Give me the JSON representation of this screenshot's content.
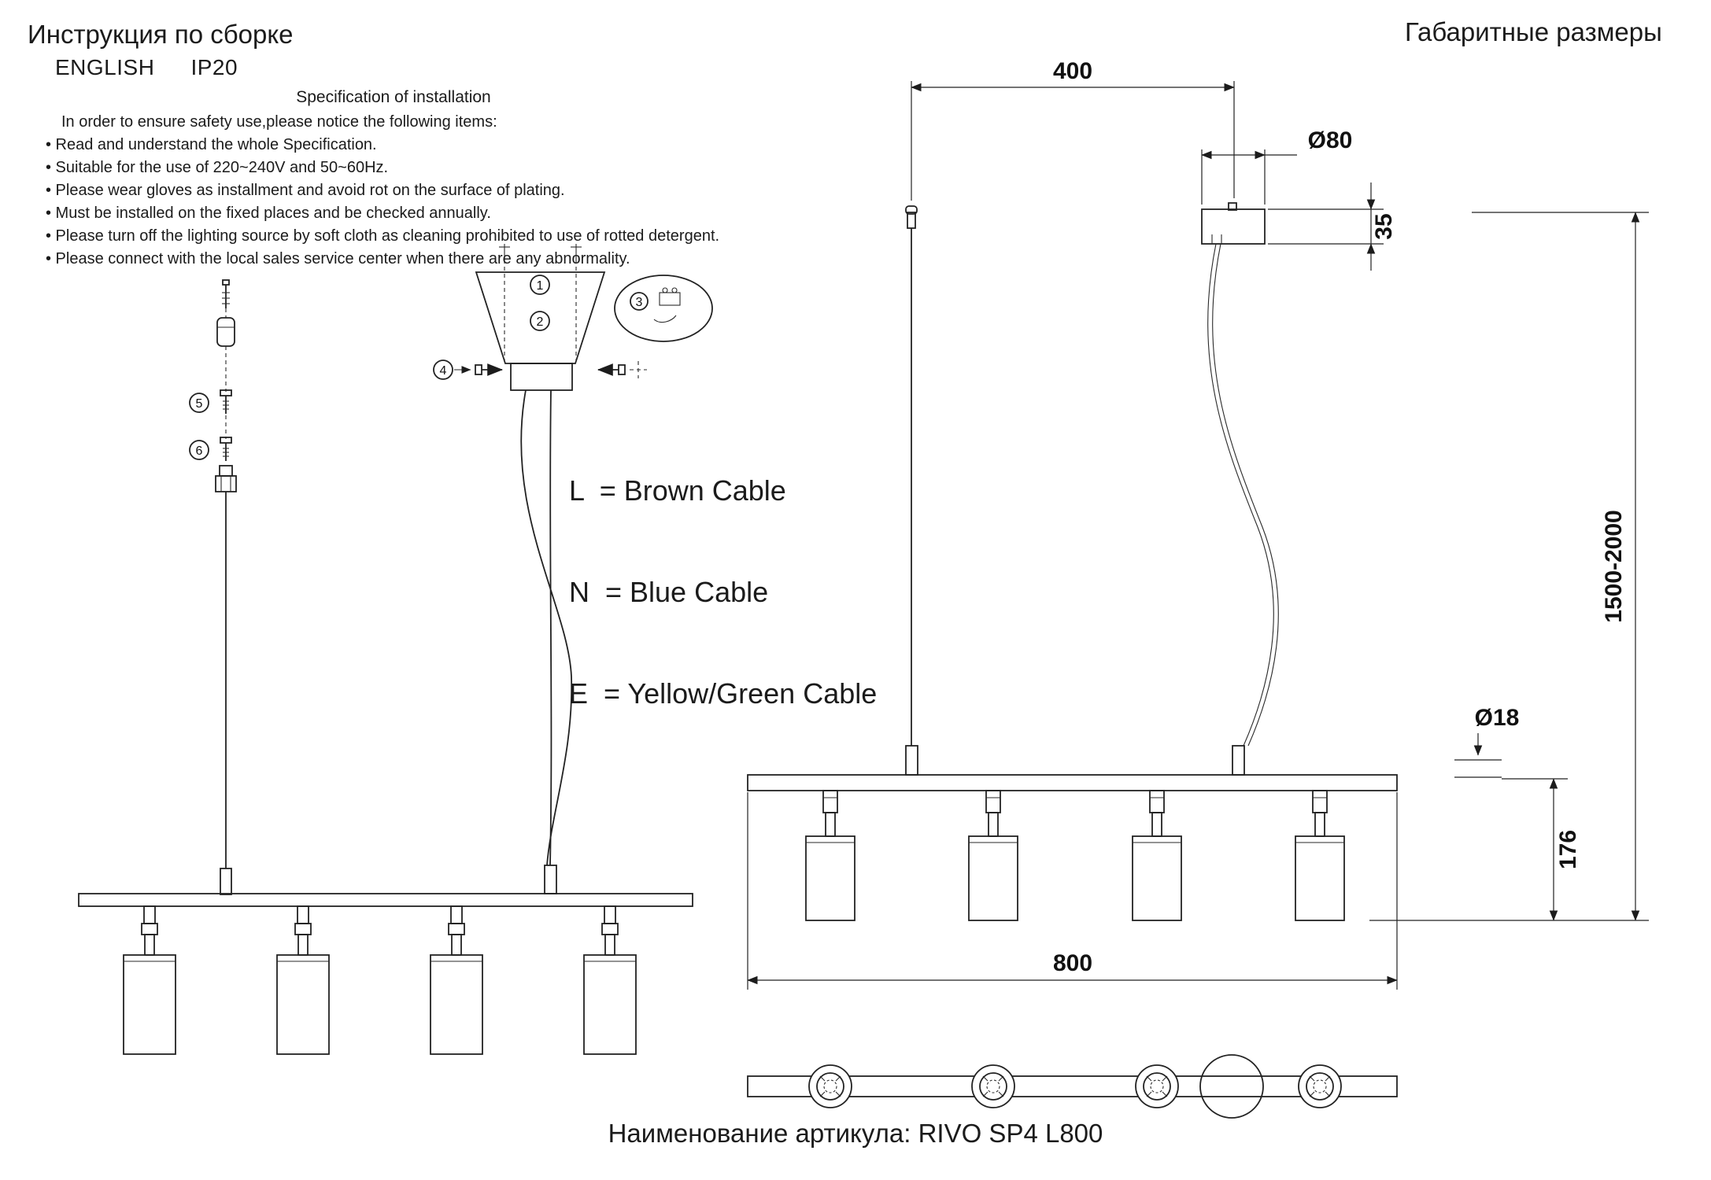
{
  "header": {
    "title_ru": "Инструкция по сборке",
    "lang": "ENGLISH",
    "ip_rating": "IP20",
    "dimensions_title": "Габаритные размеры"
  },
  "spec": {
    "title": "Specification of installation",
    "intro": "In order to ensure safety use,please notice the following items:",
    "items": [
      "• Read and understand the whole Specification.",
      "• Suitable for the use of 220~240V and 50~60Hz.",
      "• Please wear gloves as installment and avoid rot on the surface of plating.",
      "• Must be installed on the fixed places and be checked annually.",
      "• Please turn off the lighting source by soft cloth as cleaning prohibited to use of rotted detergent.",
      "• Please connect with the local sales service center when there are any abnormality."
    ]
  },
  "cable_legend": {
    "line_l": "L  = Brown Cable",
    "line_n": "N  = Blue Cable",
    "line_e": "E  = Yellow/Green Cable"
  },
  "dimensions": {
    "suspension_offset": "400",
    "canopy_diameter": "Ø80",
    "canopy_height": "35",
    "overall_height": "1500-2000",
    "stem_diameter": "Ø18",
    "lamp_height": "176",
    "bar_length": "800"
  },
  "callouts": [
    "1",
    "2",
    "3",
    "4",
    "5",
    "6"
  ],
  "footer": {
    "article": "Наименование артикула: RIVO SP4 L800"
  },
  "colors": {
    "ink": "#1c1c1c",
    "background": "#ffffff"
  }
}
